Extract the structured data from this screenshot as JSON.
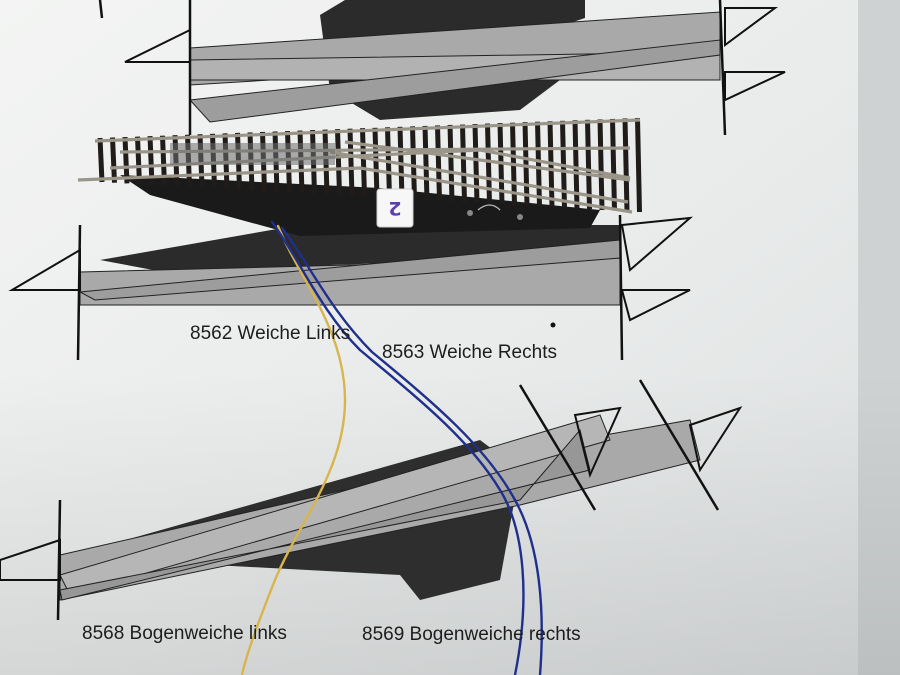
{
  "photo": {
    "labels": {
      "weiche_links": "8562 Weiche Links",
      "weiche_rechts": "8563 Weiche Rechts",
      "bogenweiche_links": "8568 Bogenweiche links",
      "bogenweiche_rechts": "8569 Bogenweiche rechts"
    },
    "turnout_sticker": "2",
    "colors": {
      "paper": "#eceeee",
      "template_gray": "#a9a9a9",
      "template_dark": "#2b2b2b",
      "sleepers": "#1f1c1a",
      "rails": "#9a9588",
      "wire_yellow": "#d8b54c",
      "wire_blue": "#1f2f8c"
    }
  }
}
